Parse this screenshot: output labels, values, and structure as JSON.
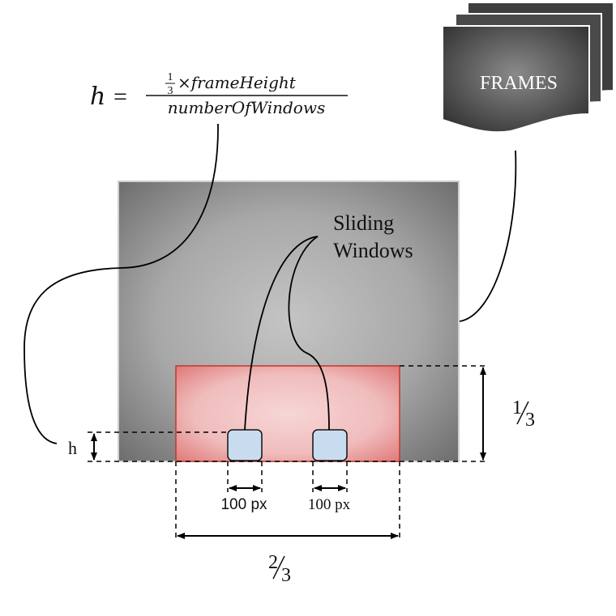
{
  "formula": {
    "lhs": "h",
    "equals": "=",
    "numerator_frac_top": "1",
    "numerator_frac_bottom": "3",
    "numerator_rest": "×frameHeight",
    "denominator": "numberOfWindows"
  },
  "frames_label": "FRAMES",
  "sliding_windows_label": [
    "Sliding",
    "Windows"
  ],
  "h_label": "h",
  "window_width_labels": [
    "100 px",
    "100 px"
  ],
  "one_third": {
    "num": "1",
    "den": "3"
  },
  "two_thirds": {
    "num": "2",
    "den": "3"
  },
  "colors": {
    "frame_dark": "#6e6e6e",
    "frame_light": "#c4c4c4",
    "region_fill": "#f2c4c4",
    "region_stroke": "#c0392b",
    "window_fill": "#c9dcef",
    "stack_dark": "#3a3a3a",
    "stack_light": "#7a7a7a"
  }
}
